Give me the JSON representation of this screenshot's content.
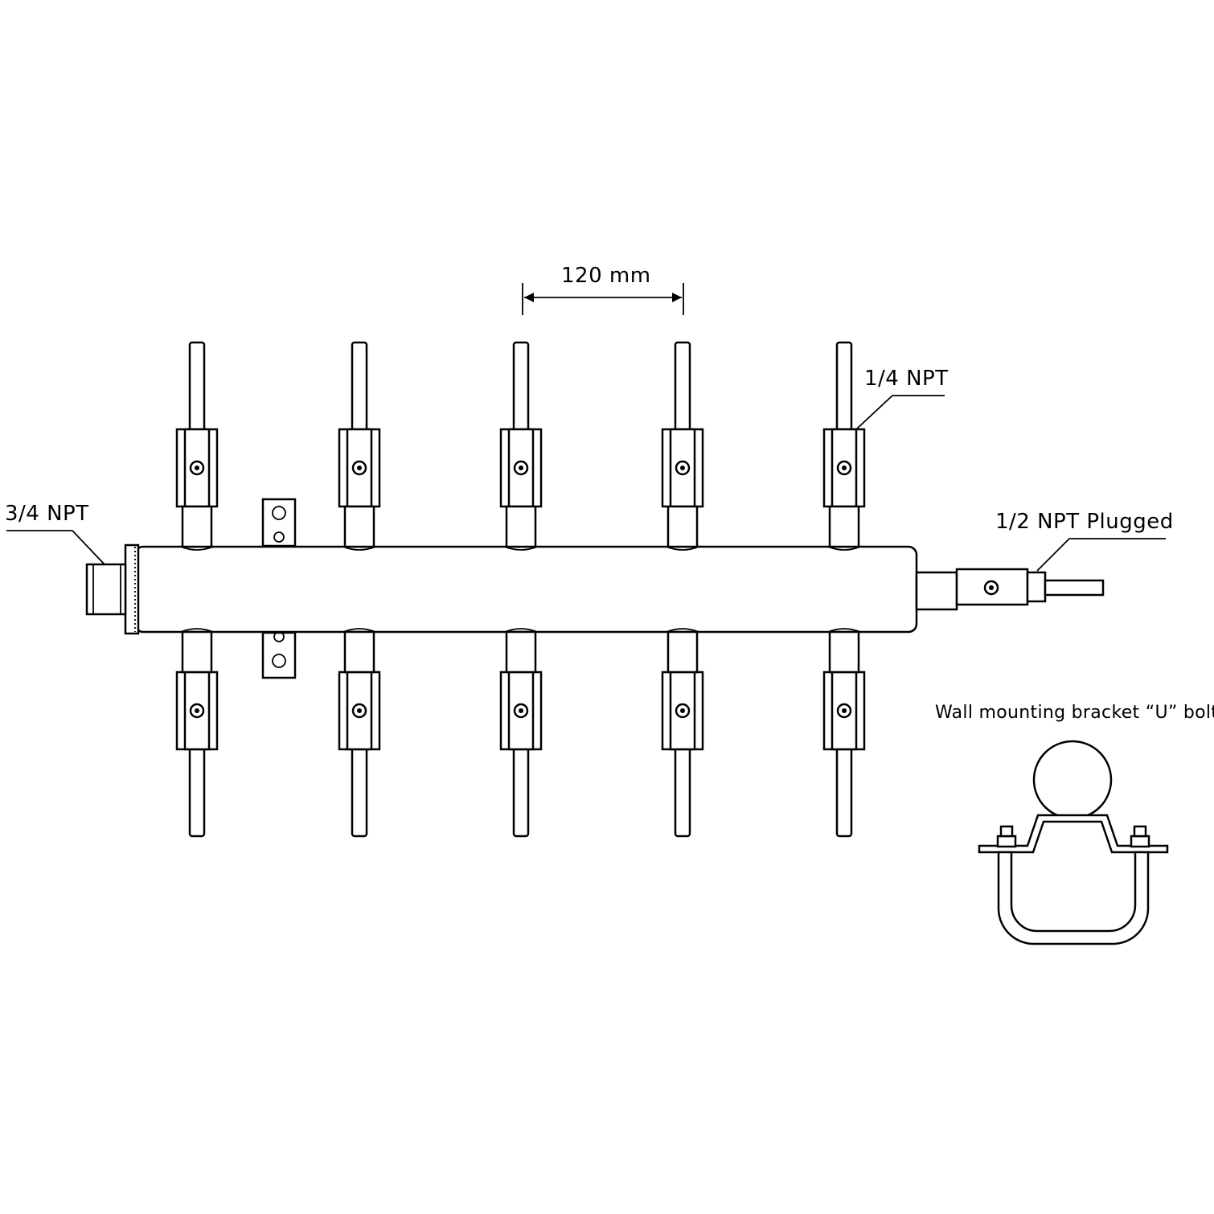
{
  "labels": {
    "dimension": "120 mm",
    "inlet": "3/4 NPT",
    "outlet_valves": "1/4 NPT",
    "end_port": "1/2 NPT Plugged",
    "bracket_caption": "Wall mounting bracket “U” bolt"
  },
  "valves": {
    "per_side": 5,
    "sides": [
      "top",
      "bottom"
    ]
  }
}
